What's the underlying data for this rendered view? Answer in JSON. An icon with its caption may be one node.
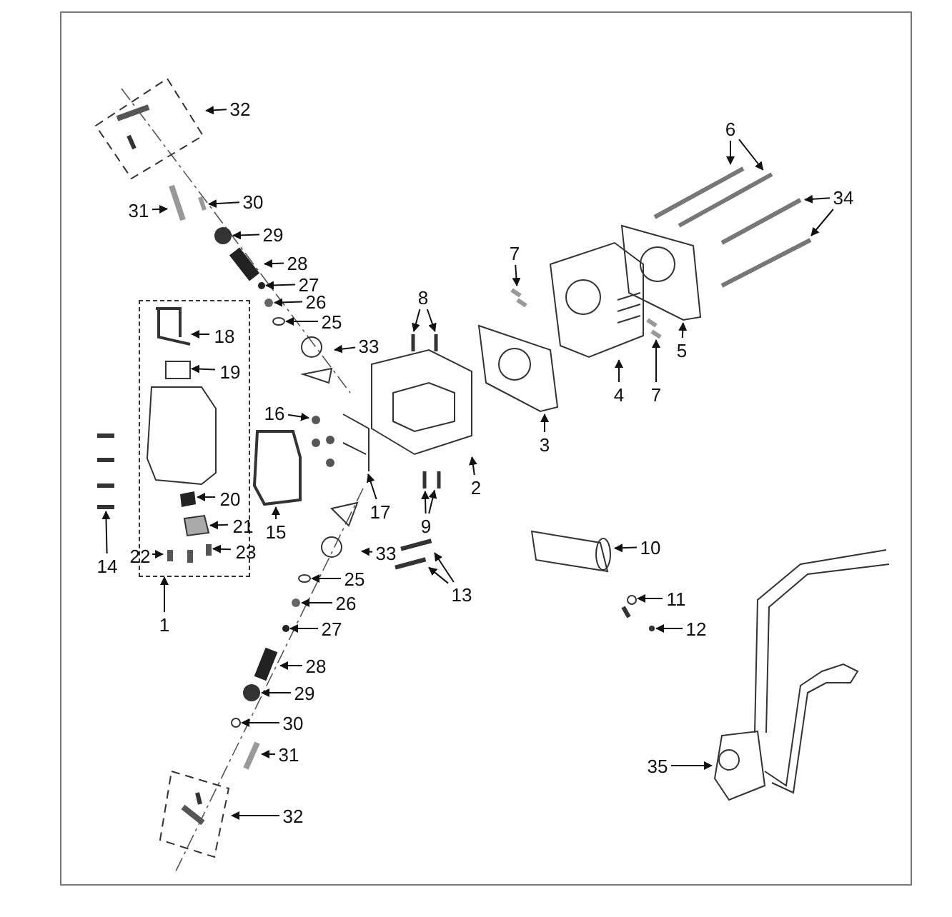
{
  "diagram": {
    "nodes": [
      {
        "text": [],
        "shape": "box"
      },
      {
        "text": [
          "32"
        ]
      },
      {
        "text": [
          "31"
        ]
      },
      {
        "text": [
          "30"
        ]
      },
      {
        "text": [
          "29"
        ]
      },
      {
        "text": [
          "28"
        ]
      },
      {
        "text": [
          "27"
        ]
      },
      {
        "text": [
          "26"
        ]
      },
      {
        "text": [
          "25"
        ]
      },
      {
        "text": [
          "33"
        ]
      },
      {
        "text": [
          "8"
        ]
      },
      {
        "text": [
          "6"
        ]
      },
      {
        "text": [
          "34"
        ]
      },
      {
        "text": [
          "7"
        ]
      },
      {
        "text": [
          "18"
        ],
        "in": 0
      },
      {
        "text": [
          "19"
        ],
        "in": 0
      },
      {
        "text": [
          "5"
        ]
      },
      {
        "text": [
          "4"
        ]
      },
      {
        "text": [
          "7"
        ]
      },
      {
        "text": [
          "16"
        ]
      },
      {
        "text": [
          "3"
        ]
      },
      {
        "text": [
          "2"
        ]
      },
      {
        "text": [
          "20"
        ],
        "in": 0
      },
      {
        "text": [
          "17"
        ]
      },
      {
        "text": [
          "9"
        ]
      },
      {
        "text": [
          "21"
        ],
        "in": 0
      },
      {
        "text": [
          "15"
        ]
      },
      {
        "text": [
          "22"
        ],
        "in": 0
      },
      {
        "text": [
          "23"
        ],
        "in": 0
      },
      {
        "text": [
          "33"
        ]
      },
      {
        "text": [
          "10"
        ]
      },
      {
        "text": [
          "14"
        ]
      },
      {
        "text": [
          "25"
        ]
      },
      {
        "text": [
          "13"
        ]
      },
      {
        "text": [
          "11"
        ]
      },
      {
        "text": [
          "26"
        ]
      },
      {
        "text": [
          "1"
        ]
      },
      {
        "text": [
          "27"
        ]
      },
      {
        "text": [
          "12"
        ]
      },
      {
        "text": [
          "28"
        ]
      },
      {
        "text": [
          "29"
        ]
      },
      {
        "text": [
          "30"
        ]
      },
      {
        "text": [
          "31"
        ]
      },
      {
        "text": [
          "35"
        ]
      },
      {
        "text": [
          "32"
        ]
      },
      {
        "text": [],
        "shape": "picture"
      },
      {
        "text": [],
        "shape": "picture"
      },
      {
        "text": [],
        "shape": "picture"
      },
      {
        "text": [],
        "shape": "circle"
      },
      {
        "text": [],
        "shape": "picture"
      },
      {
        "text": [],
        "shape": "circle"
      },
      {
        "text": [],
        "shape": "circle"
      },
      {
        "text": [],
        "shape": "circle"
      },
      {
        "text": [],
        "shape": "picture"
      },
      {
        "text": [],
        "shape": "picture"
      },
      {
        "text": [],
        "shape": "picture"
      },
      {
        "text": [],
        "shape": "picture"
      },
      {
        "text": [],
        "shape": "picture"
      },
      {
        "text": [],
        "shape": "picture"
      },
      {
        "text": [],
        "shape": "picture"
      },
      {
        "text": [],
        "shape": "picture"
      },
      {
        "text": [],
        "shape": "picture",
        "in": 0
      },
      {
        "text": [],
        "shape": "box",
        "in": 0
      },
      {
        "text": [],
        "shape": "picture"
      },
      {
        "text": [],
        "shape": "picture"
      },
      {
        "text": [],
        "shape": "picture"
      },
      {
        "text": [],
        "shape": "picture"
      },
      {
        "text": [],
        "shape": "picture"
      },
      {
        "text": [],
        "shape": "picture"
      },
      {
        "text": [],
        "shape": "box",
        "in": 0
      },
      {
        "text": [],
        "shape": "picture"
      },
      {
        "text": [],
        "shape": "picture"
      },
      {
        "text": [],
        "shape": "picture"
      },
      {
        "text": [],
        "shape": "box",
        "in": 0
      },
      {
        "text": [],
        "shape": "picture"
      },
      {
        "text": [],
        "shape": "picture",
        "in": 0
      },
      {
        "text": [],
        "shape": "box",
        "in": 0
      },
      {
        "text": [],
        "shape": "picture"
      },
      {
        "text": [],
        "shape": "picture"
      },
      {
        "text": [],
        "shape": "picture"
      },
      {
        "text": [],
        "shape": "circle"
      },
      {
        "text": [],
        "shape": "bar"
      },
      {
        "text": [],
        "shape": "bar"
      },
      {
        "text": [],
        "shape": "picture"
      },
      {
        "text": [],
        "shape": "circle"
      },
      {
        "text": [],
        "shape": "circle"
      },
      {
        "text": [],
        "shape": "circle"
      },
      {
        "text": [],
        "shape": "picture"
      },
      {
        "text": [],
        "shape": "circle"
      },
      {
        "text": [],
        "shape": "circle"
      },
      {
        "text": [],
        "shape": "picture"
      },
      {
        "text": [],
        "shape": "picture"
      },
      {
        "text": [],
        "shape": "picture"
      }
    ],
    "edges": [
      {
        "from": 1,
        "to": 45,
        "arrow": "to"
      },
      {
        "from": 2,
        "to": 46,
        "arrow": "to"
      },
      {
        "from": 3,
        "to": 47,
        "arrow": "to"
      },
      {
        "from": 4,
        "to": 48,
        "arrow": "to"
      },
      {
        "from": 5,
        "to": 49,
        "arrow": "to"
      },
      {
        "from": 6,
        "to": 50,
        "arrow": "to"
      },
      {
        "from": 7,
        "to": 51,
        "arrow": "to"
      },
      {
        "from": 8,
        "to": 52,
        "arrow": "to"
      },
      {
        "from": 9,
        "to": 53,
        "arrow": "to"
      },
      {
        "from": 10,
        "to": 54,
        "arrow": "to"
      },
      {
        "from": 10,
        "to": 55,
        "arrow": "to"
      },
      {
        "from": 11,
        "to": 56,
        "arrow": "to"
      },
      {
        "from": 11,
        "to": 57,
        "arrow": "to"
      },
      {
        "from": 12,
        "to": 58,
        "arrow": "to"
      },
      {
        "from": 12,
        "to": 59,
        "arrow": "to"
      },
      {
        "from": 13,
        "to": 60,
        "arrow": "to"
      },
      {
        "from": 14,
        "to": 61,
        "arrow": "to"
      },
      {
        "from": 15,
        "to": 62,
        "arrow": "to"
      },
      {
        "from": 16,
        "to": 63,
        "arrow": "to"
      },
      {
        "from": 17,
        "to": 64,
        "arrow": "to"
      },
      {
        "from": 18,
        "to": 65,
        "arrow": "to"
      },
      {
        "from": 19,
        "to": 66,
        "arrow": "to"
      },
      {
        "from": 20,
        "to": 67,
        "arrow": "to"
      },
      {
        "from": 21,
        "to": 68,
        "arrow": "to"
      },
      {
        "from": 22,
        "to": 69,
        "arrow": "to"
      },
      {
        "from": 23,
        "to": 70,
        "arrow": "to"
      },
      {
        "from": 24,
        "to": 71,
        "arrow": "to"
      },
      {
        "from": 24,
        "to": 72,
        "arrow": "to"
      },
      {
        "from": 25,
        "to": 73,
        "arrow": "to"
      },
      {
        "from": 26,
        "to": 74,
        "arrow": "to"
      },
      {
        "from": 27,
        "to": 75,
        "arrow": "to"
      },
      {
        "from": 28,
        "to": 76,
        "arrow": "to"
      },
      {
        "from": 29,
        "to": 77,
        "arrow": "to"
      },
      {
        "from": 30,
        "to": 78,
        "arrow": "to"
      },
      {
        "from": 31,
        "to": 79,
        "arrow": "to"
      },
      {
        "from": 32,
        "to": 80,
        "arrow": "to"
      },
      {
        "from": 33,
        "to": 81,
        "arrow": "to"
      },
      {
        "from": 33,
        "to": 82,
        "arrow": "to"
      },
      {
        "from": 34,
        "to": 83,
        "arrow": "to"
      },
      {
        "from": 35,
        "to": 84,
        "arrow": "to"
      },
      {
        "from": 36,
        "to": 0,
        "arrow": "to"
      },
      {
        "from": 37,
        "to": 85,
        "arrow": "to"
      },
      {
        "from": 38,
        "to": 86,
        "arrow": "to"
      },
      {
        "from": 39,
        "to": 87,
        "arrow": "to"
      },
      {
        "from": 40,
        "to": 88,
        "arrow": "to"
      },
      {
        "from": 41,
        "to": 89,
        "arrow": "to"
      },
      {
        "from": 42,
        "to": 90,
        "arrow": "to"
      },
      {
        "from": 43,
        "to": 91,
        "arrow": "to"
      },
      {
        "from": 44,
        "to": 92,
        "arrow": "to"
      }
    ]
  }
}
